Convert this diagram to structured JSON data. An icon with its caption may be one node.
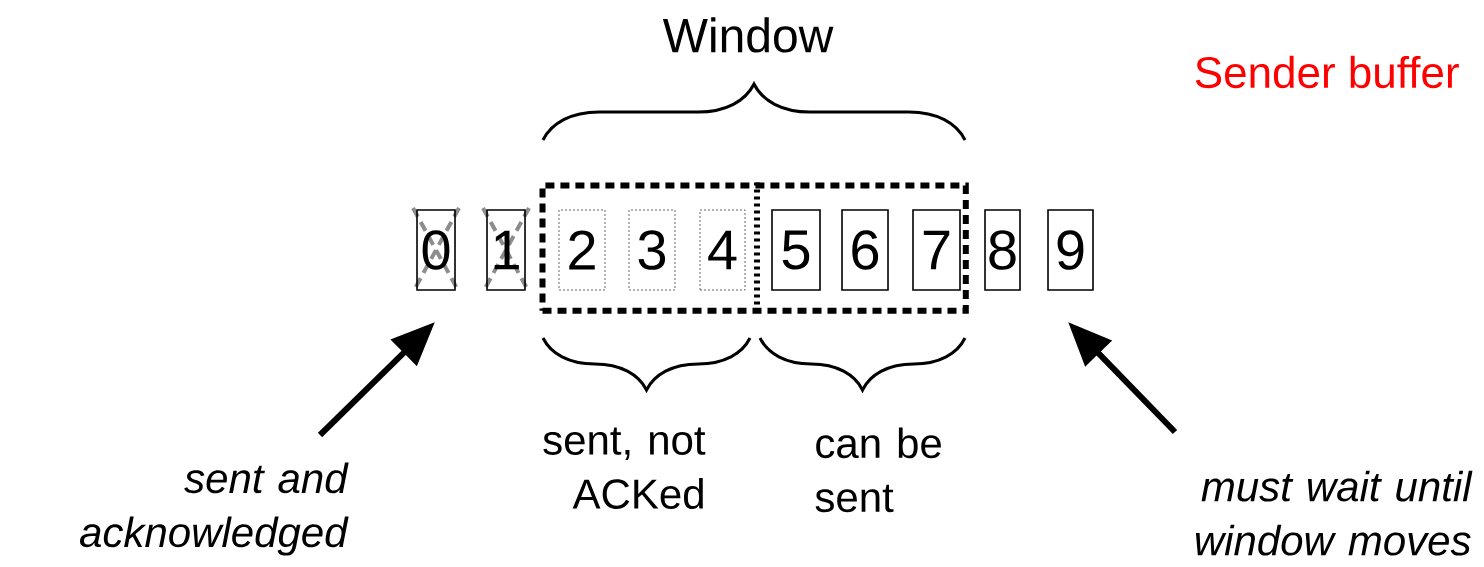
{
  "diagram": {
    "nodes": [
      {
        "text": [
          "0"
        ]
      },
      {
        "text": [
          "1"
        ]
      },
      {
        "text": [],
        "shape": "box"
      },
      {
        "text": [
          "2"
        ],
        "in": 2
      },
      {
        "text": [
          "3"
        ],
        "in": 2
      },
      {
        "text": [
          "4"
        ],
        "in": 2
      },
      {
        "text": [
          "5"
        ],
        "in": 2
      },
      {
        "text": [
          "6"
        ],
        "in": 2
      },
      {
        "text": [
          "7"
        ],
        "in": 2
      },
      {
        "text": [
          "8"
        ]
      },
      {
        "text": [
          "9"
        ]
      },
      {
        "text": [
          "sent and acknowledged"
        ]
      },
      {
        "text": [
          "must wait until window moves"
        ]
      }
    ],
    "edges": [
      {
        "from": 11,
        "to": 0,
        "arrow": "to"
      },
      {
        "from": 12,
        "to": 10,
        "arrow": "to"
      }
    ],
    "labels": [
      "Window",
      "Sender buffer",
      "sent, not ACKed",
      "can be sent"
    ]
  }
}
